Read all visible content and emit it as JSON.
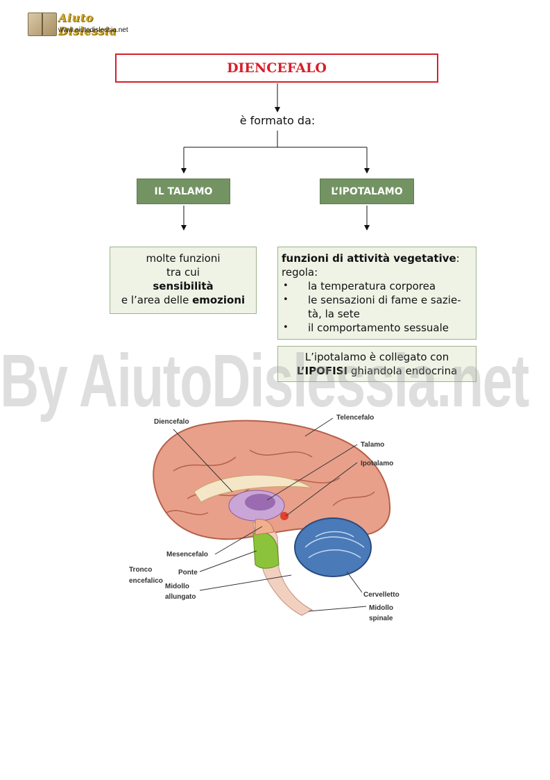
{
  "logo": {
    "brand": "Aiuto Dislessia",
    "url": "www.aiutodislessia.net"
  },
  "title": "DIENCEFALO",
  "subtitle": "è formato da:",
  "branches": {
    "talamo": {
      "heading": "IL TALAMO",
      "line1": "molte funzioni",
      "line2": "tra cui",
      "line3_bold": "sensibilità",
      "line4_pre": "e l’area delle ",
      "line4_bold": "emozioni"
    },
    "ipotalamo": {
      "heading": "L’IPOTALAMO",
      "intro_bold": "funzioni di attività vegetative",
      "intro_rest": ":",
      "regola": "regola:",
      "items": [
        "la temperatura corporea",
        "le sensazioni di fame e sazie-tà, la sete",
        "il comportamento sessuale"
      ],
      "note_line1": "L’ipotalamo è collegato con",
      "note_bold": "L’IPOFISI",
      "note_rest": " ghiandola endocrina"
    }
  },
  "watermark": "By AiutoDislessia.net",
  "figure_labels": {
    "diencefalo": "Diencefalo",
    "telencefalo": "Telencefalo",
    "talamo": "Talamo",
    "ipotalamo": "Ipotalamo",
    "mesencefalo": "Mesencefalo",
    "tronco1": "Tronco",
    "tronco2": "encefalico",
    "ponte": "Ponte",
    "midollo_allungato1": "Midollo",
    "midollo_allungato2": "allungato",
    "cervelletto": "Cervelletto",
    "midollo_spinale1": "Midollo",
    "midollo_spinale2": "spinale"
  }
}
